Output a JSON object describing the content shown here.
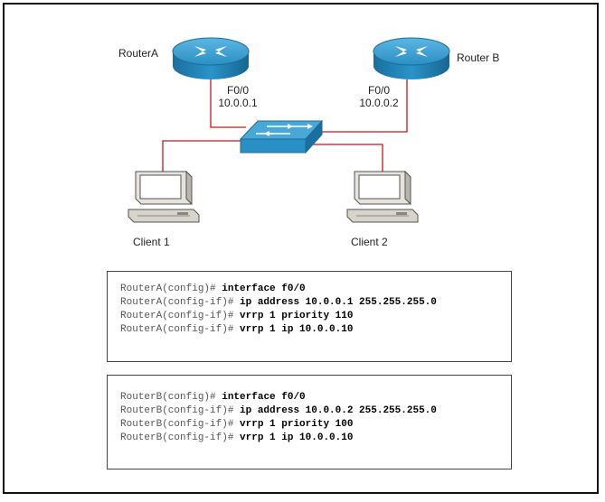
{
  "diagram": {
    "router_a": {
      "name": "RouterA",
      "interface": "F0/0",
      "ip": "10.0.0.1"
    },
    "router_b": {
      "name": "Router B",
      "interface": "F0/0",
      "ip": "10.0.0.2"
    },
    "client_1": {
      "name": "Client 1"
    },
    "client_2": {
      "name": "Client 2"
    },
    "link_color": "#c8141e",
    "device_color": "#1f8fc6"
  },
  "config_a": [
    {
      "prompt": "RouterA(config)#",
      "command": "interface f0/0"
    },
    {
      "prompt": "RouterA(config-if)#",
      "command": "ip address 10.0.0.1 255.255.255.0"
    },
    {
      "prompt": "RouterA(config-if)#",
      "command": "vrrp 1 priority 110"
    },
    {
      "prompt": "RouterA(config-if)#",
      "command": "vrrp 1 ip 10.0.0.10"
    }
  ],
  "config_b": [
    {
      "prompt": "RouterB(config)#",
      "command": "interface f0/0"
    },
    {
      "prompt": "RouterB(config-if)#",
      "command": "ip address 10.0.0.2 255.255.255.0"
    },
    {
      "prompt": "RouterB(config-if)#",
      "command": "vrrp 1 priority 100"
    },
    {
      "prompt": "RouterB(config-if)#",
      "command": "vrrp 1 ip 10.0.0.10"
    }
  ]
}
